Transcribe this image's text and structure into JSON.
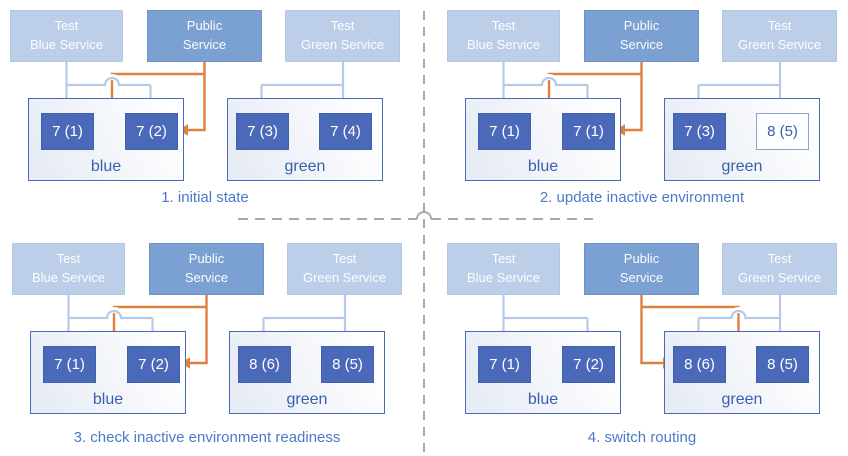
{
  "title": "blue-green deployment steps diagram",
  "colors": {
    "test_service_fill": "#bdcfe8",
    "public_service_fill": "#7ba0d2",
    "pod_fill": "#4b69b9",
    "pod_staged_fill": "#fdfeff",
    "pod_staged_text": "#3d5ca9",
    "environment_border": "#4a6ab8",
    "environment_label_text": "#3a5fae",
    "caption_text": "#4a7ac8",
    "test_route_arrow": "#b5cae8",
    "public_route_arrow": "#e0803e",
    "divider_dash": "#a9a9a9"
  },
  "panels": [
    {
      "caption": "1. initial state",
      "public_route": "blue",
      "services": [
        {
          "line1": "Test",
          "line2": "Blue Service"
        },
        {
          "line1": "Public",
          "line2": "Service"
        },
        {
          "line1": "Test",
          "line2": "Green Service"
        }
      ],
      "environments": [
        {
          "label": "blue",
          "pods": [
            {
              "text": "7 (1)",
              "state": "active"
            },
            {
              "text": "7 (2)",
              "state": "active"
            }
          ]
        },
        {
          "label": "green",
          "pods": [
            {
              "text": "7 (3)",
              "state": "active"
            },
            {
              "text": "7 (4)",
              "state": "active"
            }
          ]
        }
      ]
    },
    {
      "caption": "2. update inactive environment",
      "public_route": "blue",
      "services": [
        {
          "line1": "Test",
          "line2": "Blue Service"
        },
        {
          "line1": "Public",
          "line2": "Service"
        },
        {
          "line1": "Test",
          "line2": "Green Service"
        }
      ],
      "environments": [
        {
          "label": "blue",
          "pods": [
            {
              "text": "7 (1)",
              "state": "active"
            },
            {
              "text": "7 (1)",
              "state": "active"
            }
          ]
        },
        {
          "label": "green",
          "pods": [
            {
              "text": "7 (3)",
              "state": "active"
            },
            {
              "text": "8 (5)",
              "state": "staged"
            }
          ]
        }
      ]
    },
    {
      "caption": "3. check inactive environment readiness",
      "public_route": "blue",
      "services": [
        {
          "line1": "Test",
          "line2": "Blue Service"
        },
        {
          "line1": "Public",
          "line2": "Service"
        },
        {
          "line1": "Test",
          "line2": "Green Service"
        }
      ],
      "environments": [
        {
          "label": "blue",
          "pods": [
            {
              "text": "7 (1)",
              "state": "active"
            },
            {
              "text": "7 (2)",
              "state": "active"
            }
          ]
        },
        {
          "label": "green",
          "pods": [
            {
              "text": "8 (6)",
              "state": "active"
            },
            {
              "text": "8 (5)",
              "state": "active"
            }
          ]
        }
      ]
    },
    {
      "caption": "4. switch routing",
      "public_route": "green",
      "services": [
        {
          "line1": "Test",
          "line2": "Blue Service"
        },
        {
          "line1": "Public",
          "line2": "Service"
        },
        {
          "line1": "Test",
          "line2": "Green Service"
        }
      ],
      "environments": [
        {
          "label": "blue",
          "pods": [
            {
              "text": "7 (1)",
              "state": "active"
            },
            {
              "text": "7 (2)",
              "state": "active"
            }
          ]
        },
        {
          "label": "green",
          "pods": [
            {
              "text": "8 (6)",
              "state": "active"
            },
            {
              "text": "8 (5)",
              "state": "active"
            }
          ]
        }
      ]
    }
  ]
}
